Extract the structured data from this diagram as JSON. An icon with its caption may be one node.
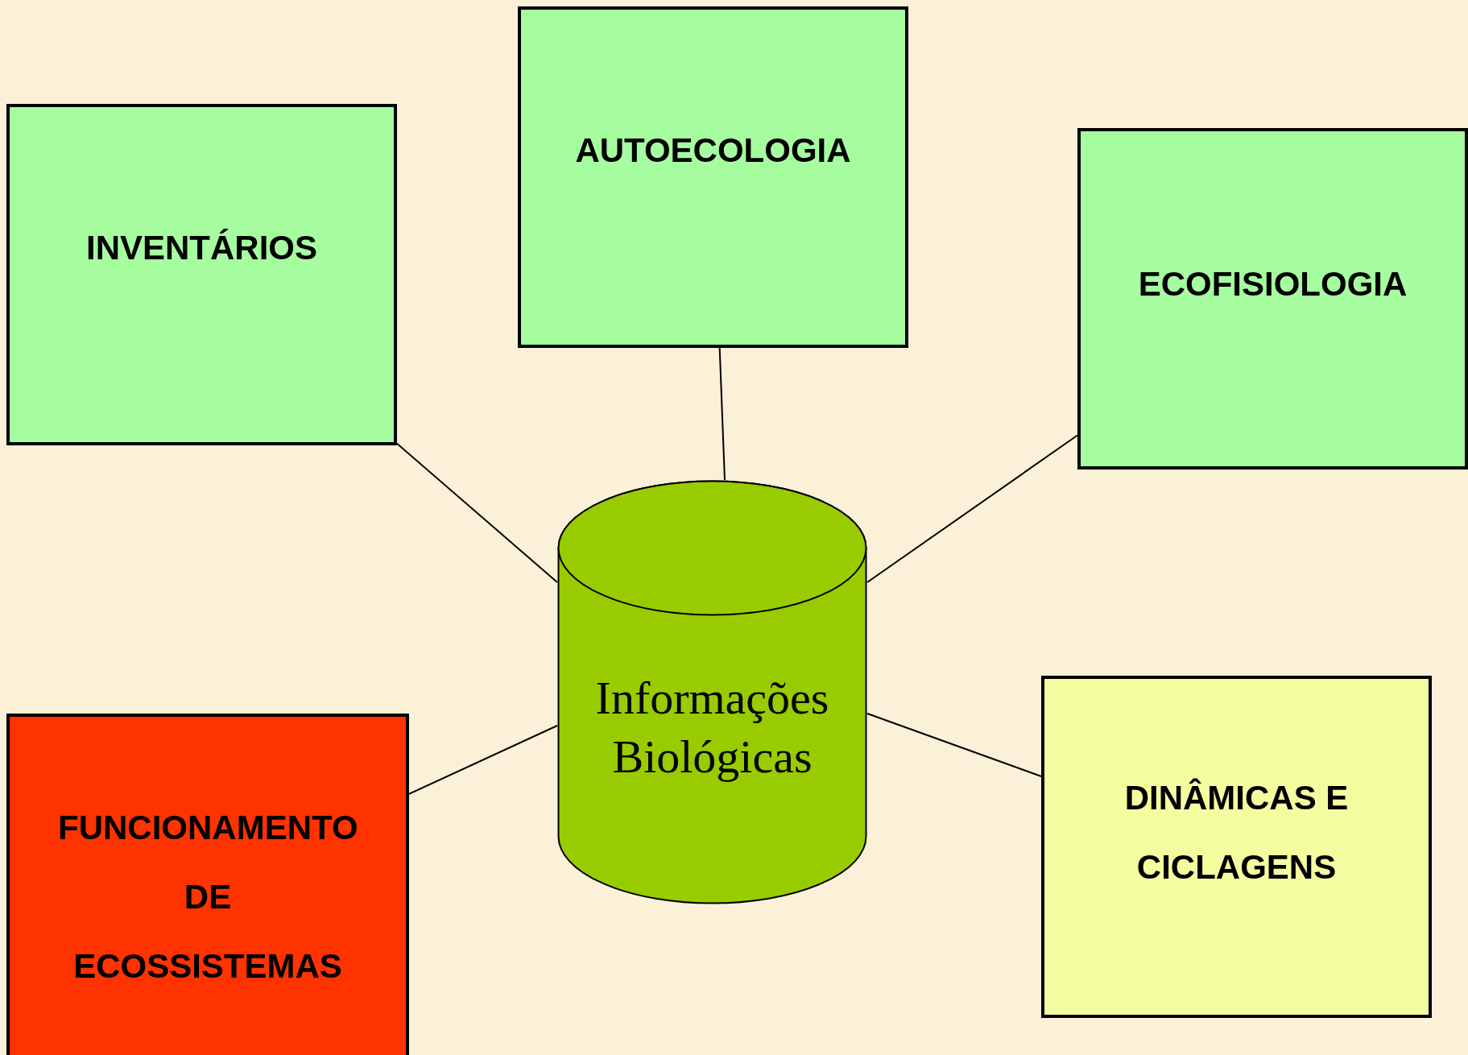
{
  "diagram": {
    "nodes": [
      {
        "text": [
          "INVENTÁRIOS"
        ]
      },
      {
        "text": [
          "AUTOECOLOGIA"
        ]
      },
      {
        "text": [
          "ECOFISIOLOGIA"
        ]
      },
      {
        "text": [
          "Informações Biológicas"
        ]
      },
      {
        "text": [
          "FUNCIONAMENTO DE ECOSSISTEMAS"
        ]
      },
      {
        "text": [
          "DINÂMICAS E CICLAGENS"
        ]
      }
    ],
    "edges": [
      {
        "from": 3,
        "to": 0,
        "arrow": "none"
      },
      {
        "from": 3,
        "to": 1,
        "arrow": "none"
      },
      {
        "from": 3,
        "to": 2,
        "arrow": "none"
      },
      {
        "from": 3,
        "to": 4,
        "arrow": "none"
      },
      {
        "from": 3,
        "to": 5,
        "arrow": "none"
      }
    ]
  }
}
